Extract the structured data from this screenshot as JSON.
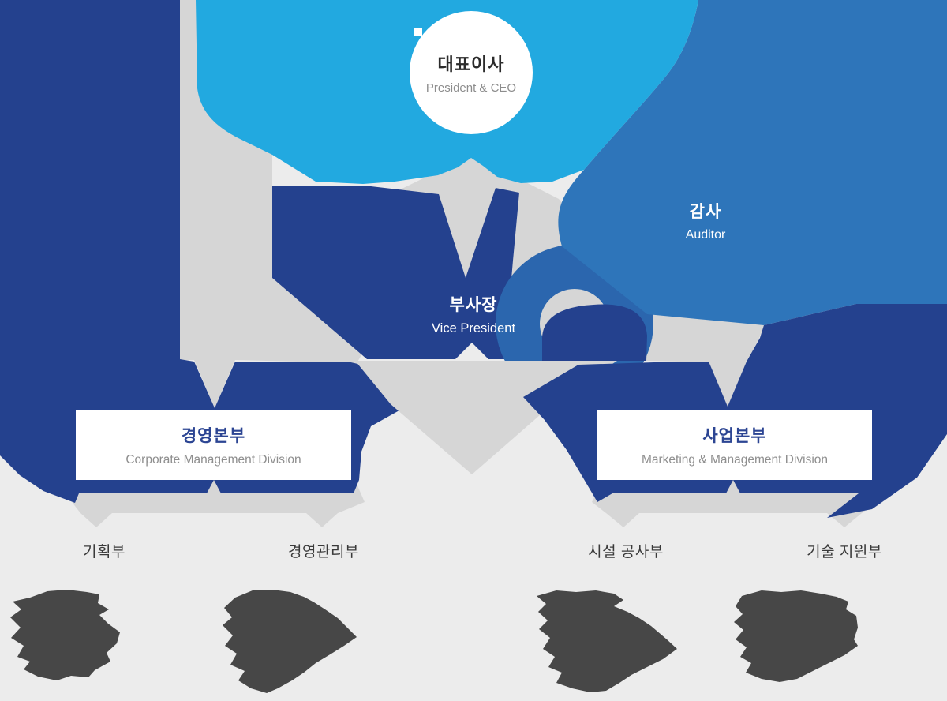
{
  "org": {
    "ceo": {
      "title": "대표이사",
      "subtitle": "President & CEO"
    },
    "auditor": {
      "title": "감사",
      "subtitle": "Auditor"
    },
    "vice_president": {
      "title": "부사장",
      "subtitle": "Vice President"
    },
    "divisions": [
      {
        "title": "경영본부",
        "subtitle": "Corporate Management Division"
      },
      {
        "title": "사업본부",
        "subtitle": "Marketing & Management Division"
      }
    ],
    "departments": [
      "기획부",
      "경영관리부",
      "시설 공사부",
      "기술 지원부"
    ]
  },
  "colors": {
    "background": "#ececec",
    "navy": "#24418e",
    "light_blue": "#22a9e0",
    "medium_blue": "#2e75ba",
    "ring_blue": "#2b66ae",
    "gray_connector": "#d6d6d6",
    "blob_dark": "#474747",
    "box_title": "#2c4593",
    "subtitle_gray": "#8e8e8e",
    "white": "#ffffff"
  }
}
